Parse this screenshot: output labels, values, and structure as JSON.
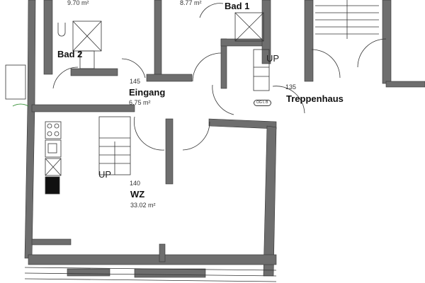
{
  "rooms": {
    "room_top_left": {
      "area": "9.70 m²"
    },
    "room_top_mid": {
      "area": "8.77 m²"
    },
    "bad1": {
      "name": "Bad 1"
    },
    "bad2": {
      "name": "Bad 2"
    },
    "eingang": {
      "number": "145",
      "name": "Eingang",
      "area": "6.75 m²"
    },
    "treppenhaus": {
      "number": "135",
      "name": "Treppenhaus"
    },
    "wz": {
      "number": "140",
      "name": "WZ",
      "area": "33.02 m²"
    }
  },
  "labels": {
    "up_stair_top": "UP",
    "up_stair_wz": "UP",
    "level_tag": "OG L B"
  },
  "colors": {
    "wall": "#6e6e6e",
    "line": "#333333",
    "background": "#ffffff"
  }
}
